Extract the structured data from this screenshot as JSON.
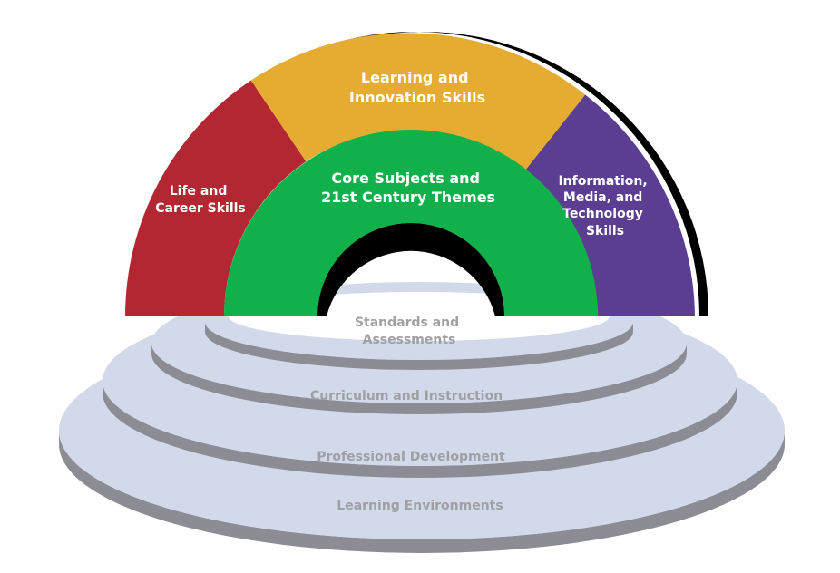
{
  "arch": {
    "outer_left": {
      "lines": [
        "Life and",
        "Career Skills"
      ],
      "color": "#b22732"
    },
    "outer_top": {
      "lines": [
        "Learning and",
        "Innovation Skills"
      ],
      "color": "#e6ac31"
    },
    "outer_right": {
      "lines": [
        "Information,",
        "Media, and",
        "Technology",
        "Skills"
      ],
      "color": "#5b3e92"
    },
    "inner": {
      "lines": [
        "Core Subjects and",
        "21st Century Themes"
      ],
      "color": "#10b04a"
    }
  },
  "support_rings": [
    {
      "label": "Standards and Assessments",
      "lines": [
        "Standards and",
        "Assessments"
      ]
    },
    {
      "label": "Curriculum and Instruction",
      "lines": [
        "Curriculum and Instruction"
      ]
    },
    {
      "label": "Professional Development",
      "lines": [
        "Professional Development"
      ]
    },
    {
      "label": "Learning Environments",
      "lines": [
        "Learning Environments"
      ]
    }
  ],
  "colors": {
    "ring_fill": "#d1d9ea",
    "ring_shadow": "#8c8c94",
    "ring_text": "#a0a0a4",
    "arch_shadow": "#000000"
  }
}
